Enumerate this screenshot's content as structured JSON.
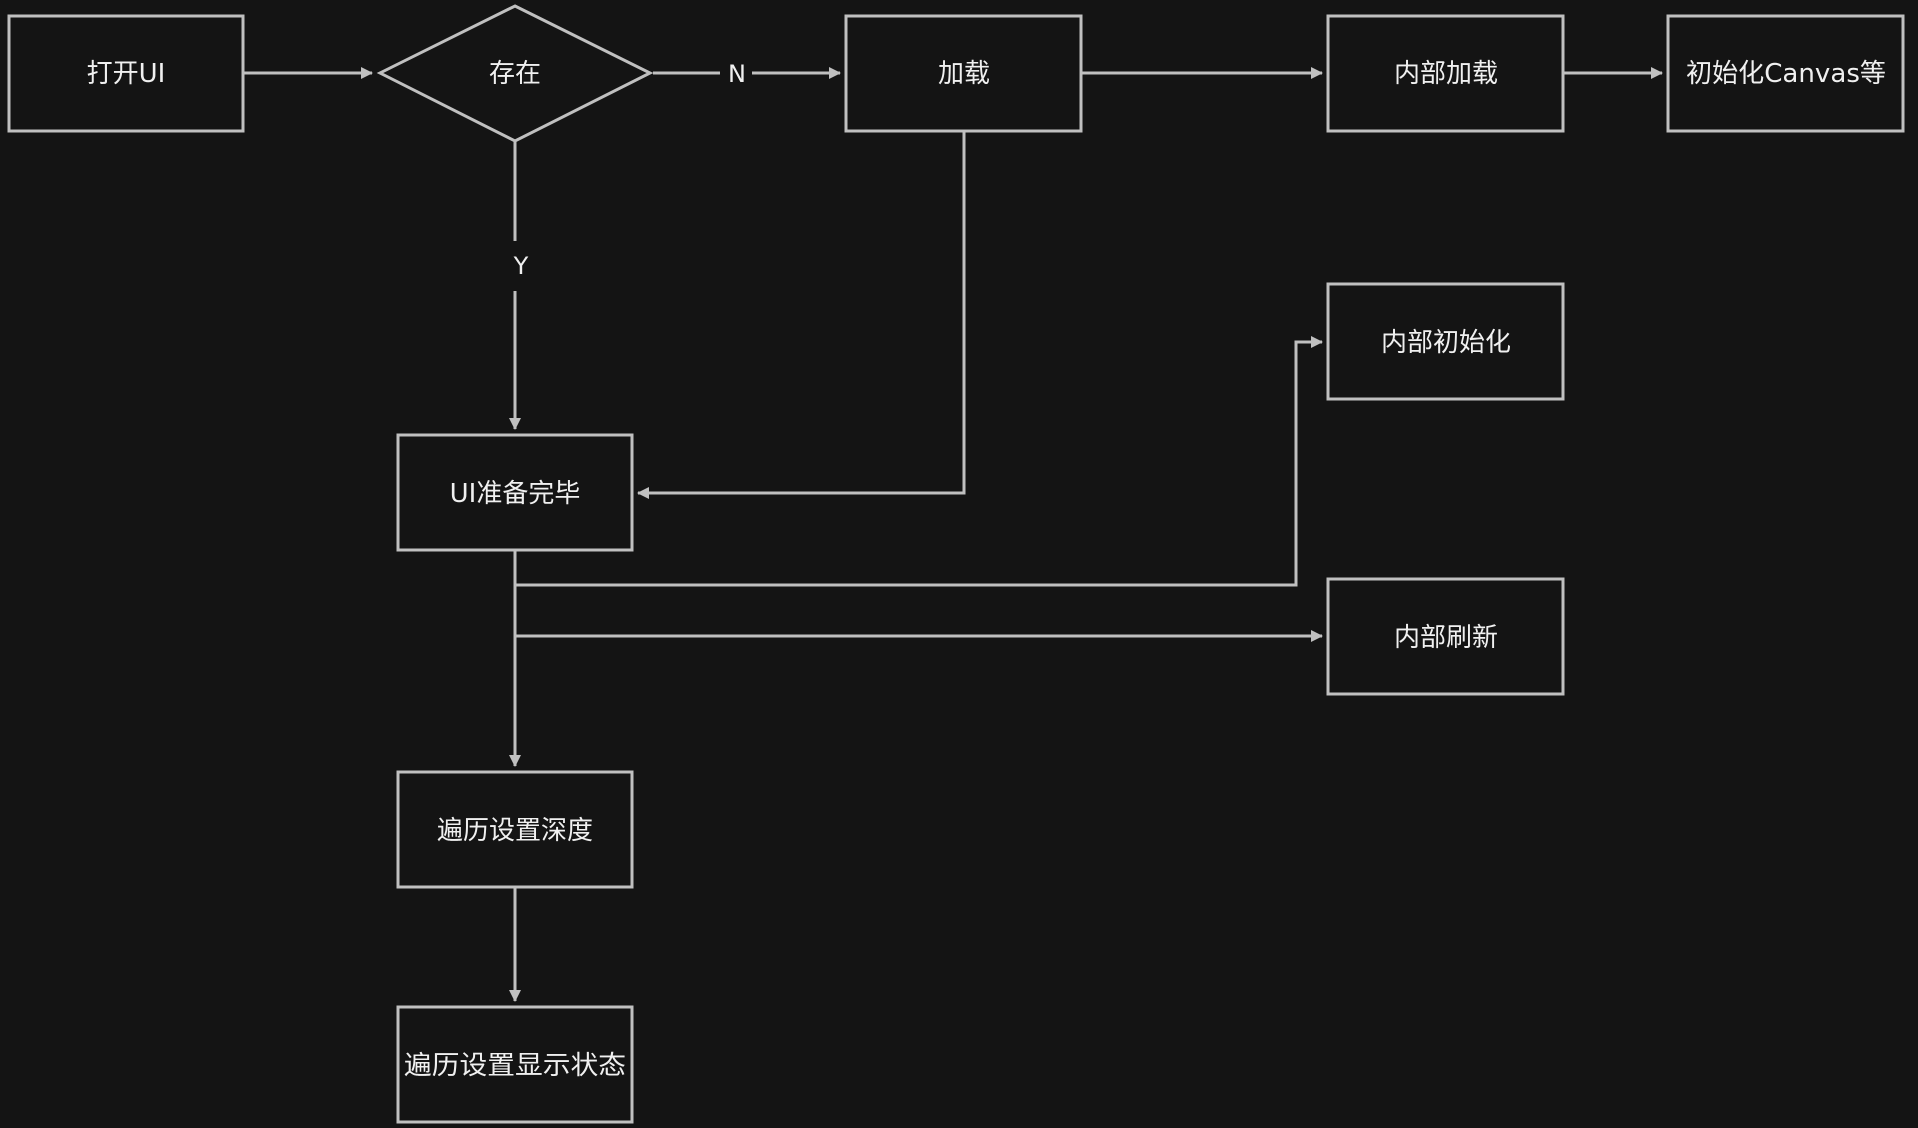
{
  "diagram": {
    "type": "flowchart",
    "colors": {
      "background": "#141414",
      "stroke": "#c0c0c0",
      "text": "#f0f0f0"
    },
    "nodes": [
      {
        "id": "open_ui",
        "label": "打开UI",
        "shape": "rect"
      },
      {
        "id": "exists",
        "label": "存在",
        "shape": "diamond"
      },
      {
        "id": "load",
        "label": "加载",
        "shape": "rect"
      },
      {
        "id": "internal_load",
        "label": "内部加载",
        "shape": "rect"
      },
      {
        "id": "init_canvas",
        "label": "初始化Canvas等",
        "shape": "rect"
      },
      {
        "id": "internal_init",
        "label": "内部初始化",
        "shape": "rect"
      },
      {
        "id": "ui_ready",
        "label": "UI准备完毕",
        "shape": "rect"
      },
      {
        "id": "internal_refresh",
        "label": "内部刷新",
        "shape": "rect"
      },
      {
        "id": "set_depth",
        "label": "遍历设置深度",
        "shape": "rect"
      },
      {
        "id": "set_visibility",
        "label": "遍历设置显示状态",
        "shape": "rect"
      }
    ],
    "edges": [
      {
        "from": "open_ui",
        "to": "exists",
        "label": ""
      },
      {
        "from": "exists",
        "to": "load",
        "label": "N"
      },
      {
        "from": "exists",
        "to": "ui_ready",
        "label": "Y"
      },
      {
        "from": "load",
        "to": "internal_load",
        "label": ""
      },
      {
        "from": "internal_load",
        "to": "init_canvas",
        "label": ""
      },
      {
        "from": "load",
        "to": "ui_ready",
        "label": ""
      },
      {
        "from": "ui_ready",
        "to": "internal_init",
        "label": ""
      },
      {
        "from": "ui_ready",
        "to": "internal_refresh",
        "label": ""
      },
      {
        "from": "ui_ready",
        "to": "set_depth",
        "label": ""
      },
      {
        "from": "set_depth",
        "to": "set_visibility",
        "label": ""
      }
    ]
  }
}
